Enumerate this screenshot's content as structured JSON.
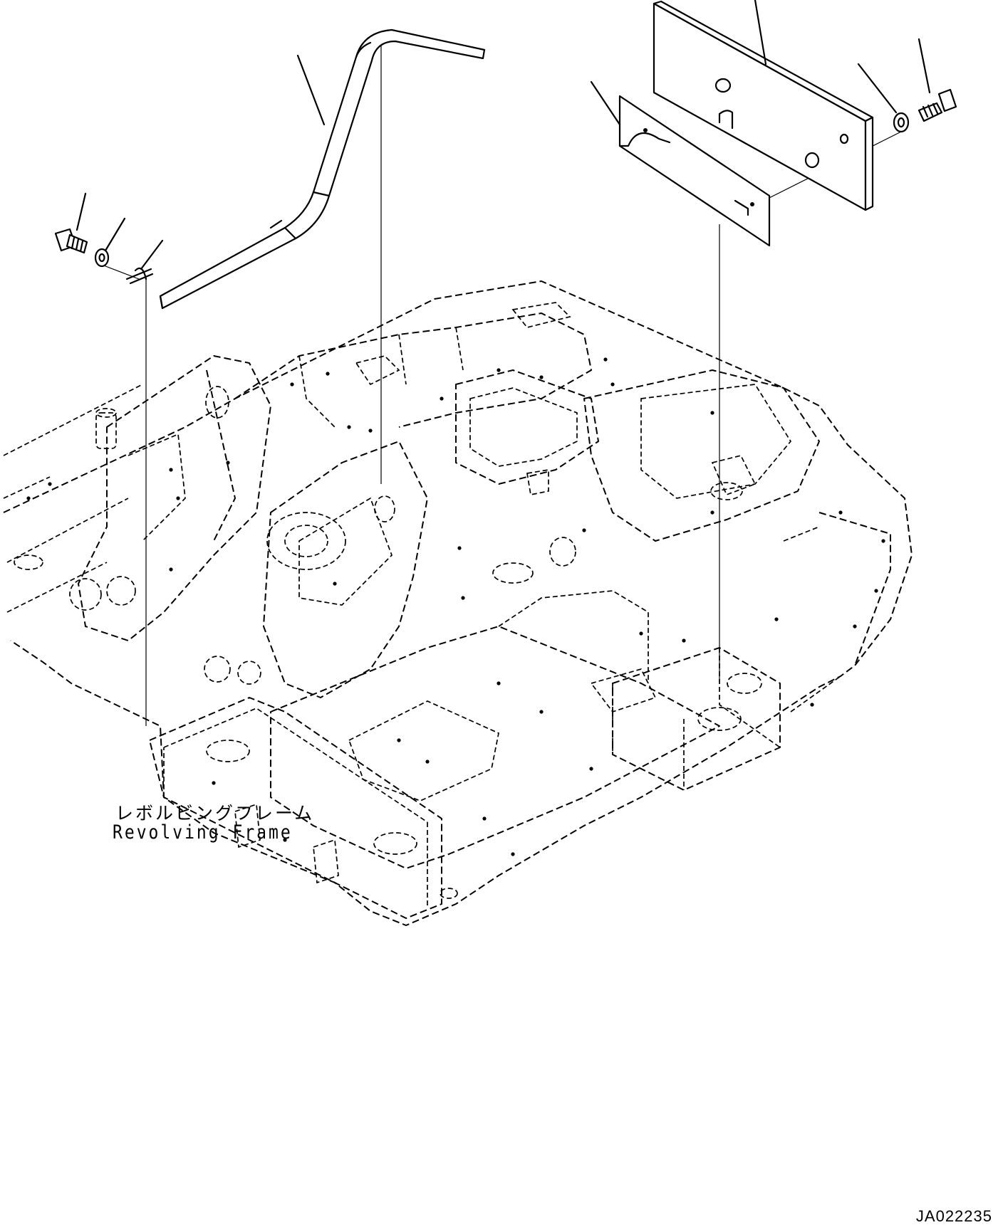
{
  "diagram": {
    "frame_label_jp": "レボルビングフレーム",
    "frame_label_en": "Revolving Frame",
    "drawing_number": "JA022235"
  },
  "parts": [
    {
      "icon": "cover-plate-icon"
    },
    {
      "icon": "spacer-plate-icon"
    },
    {
      "icon": "washer-icon"
    },
    {
      "icon": "bolt-icon"
    },
    {
      "icon": "handrail-bar-icon"
    },
    {
      "icon": "bolt-icon"
    },
    {
      "icon": "washer-icon"
    },
    {
      "icon": "clip-icon"
    }
  ]
}
